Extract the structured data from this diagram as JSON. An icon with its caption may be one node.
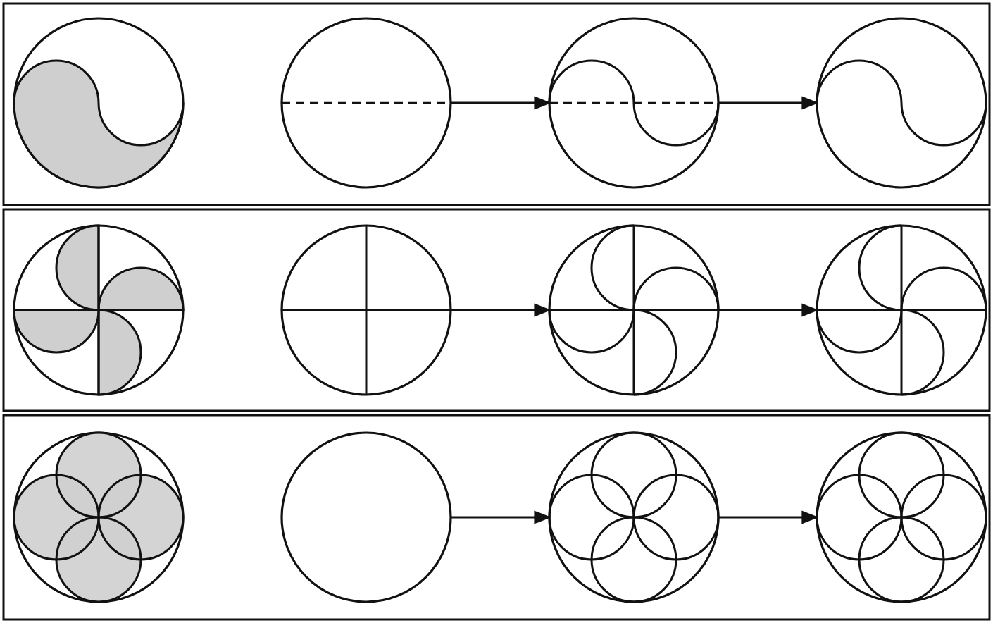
{
  "diagram": {
    "nodes": [
      {
        "text": [],
        "shape": "circle"
      },
      {
        "text": [],
        "shape": "circle"
      },
      {
        "text": [],
        "shape": "circle"
      },
      {
        "text": [],
        "shape": "circle"
      },
      {
        "text": [],
        "shape": "circle"
      },
      {
        "text": [],
        "shape": "circle"
      },
      {
        "text": [],
        "shape": "circle"
      },
      {
        "text": [],
        "shape": "circle"
      },
      {
        "text": [],
        "shape": "circle"
      },
      {
        "text": [],
        "shape": "circle"
      },
      {
        "text": [],
        "shape": "circle"
      },
      {
        "text": [],
        "shape": "circle"
      }
    ],
    "edges": [
      {
        "from": 1,
        "to": 2,
        "arrow": "to"
      },
      {
        "from": 2,
        "to": 3,
        "arrow": "to"
      },
      {
        "from": 5,
        "to": 6,
        "arrow": "to"
      },
      {
        "from": 6,
        "to": 7,
        "arrow": "to"
      },
      {
        "from": 9,
        "to": 10,
        "arrow": "to"
      },
      {
        "from": 10,
        "to": 11,
        "arrow": "to"
      }
    ]
  }
}
